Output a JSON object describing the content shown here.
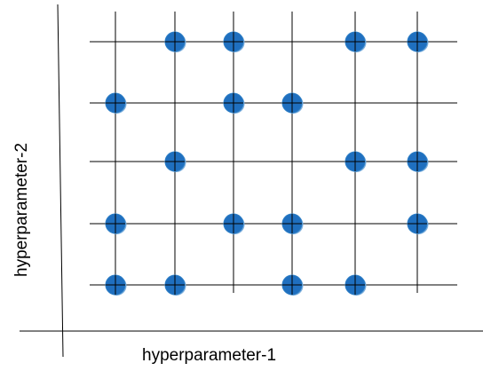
{
  "diagram": {
    "x_axis_label": "hyperparameter-1",
    "y_axis_label": "hyperparameter-2",
    "grid": {
      "columns": 6,
      "rows": 5
    },
    "points": [
      {
        "col": 2,
        "row": 1
      },
      {
        "col": 3,
        "row": 1
      },
      {
        "col": 5,
        "row": 1
      },
      {
        "col": 6,
        "row": 1
      },
      {
        "col": 1,
        "row": 2
      },
      {
        "col": 3,
        "row": 2
      },
      {
        "col": 4,
        "row": 2
      },
      {
        "col": 2,
        "row": 3
      },
      {
        "col": 5,
        "row": 3
      },
      {
        "col": 6,
        "row": 3
      },
      {
        "col": 1,
        "row": 4
      },
      {
        "col": 3,
        "row": 4
      },
      {
        "col": 4,
        "row": 4
      },
      {
        "col": 6,
        "row": 4
      },
      {
        "col": 1,
        "row": 5
      },
      {
        "col": 2,
        "row": 5
      },
      {
        "col": 4,
        "row": 5
      },
      {
        "col": 5,
        "row": 5
      }
    ],
    "colors": {
      "point_fill": "#1f6fbf",
      "point_stroke": "#2a7cc4",
      "line": "#000000",
      "axis": "#000000"
    }
  }
}
